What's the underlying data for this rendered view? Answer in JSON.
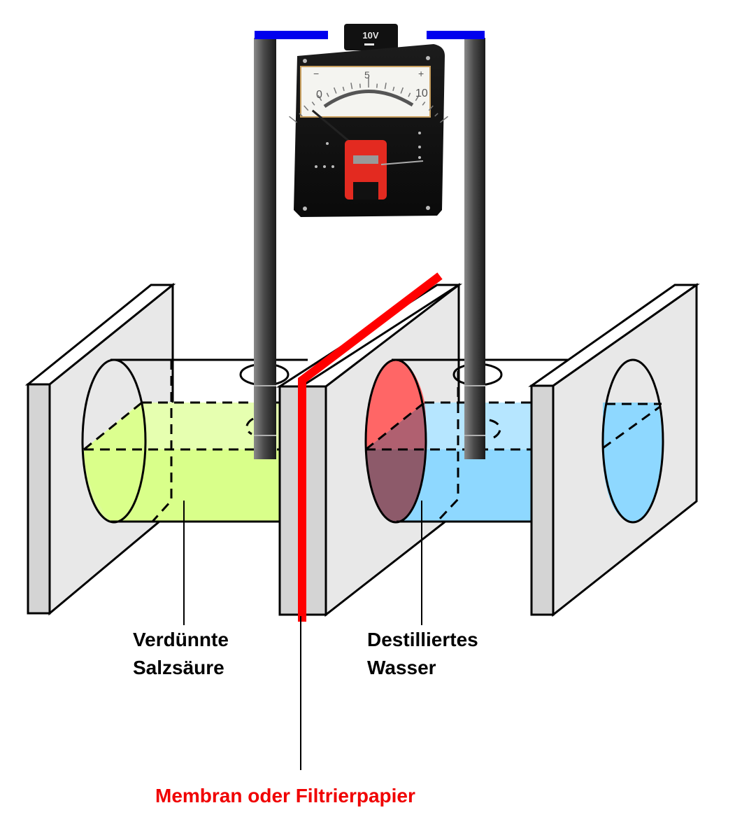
{
  "diagram": {
    "title": "Diffusionspotential zwischen verdünnter Salzsäure und destilliertem Wasser",
    "voltmeter": {
      "range_label": "10V",
      "range_polarity": "−",
      "scale_labels": [
        "0",
        "5",
        "10"
      ],
      "minus_sign": "−",
      "plus_sign": "+",
      "scale_min": 0,
      "scale_max": 10,
      "needle_reading": 1.2
    },
    "labels": {
      "left_chamber_line1": "Verdünnte",
      "left_chamber_line2": "Salzsäure",
      "right_chamber_line1": "Destilliertes",
      "right_chamber_line2": "Wasser",
      "membrane": "Membran oder Filtrierpapier"
    },
    "colors": {
      "acid_liquid": "#d9ff8a",
      "acid_liquid_top": "#e6ffb0",
      "water_liquid": "#8ed8ff",
      "water_liquid_top": "#b6e6ff",
      "membrane": "#ff0000",
      "membrane_window_top": "#ff6666",
      "membrane_window_bottom": "#8d5a6a",
      "panel_face": "#e8e8e8",
      "panel_edge": "#d4d4d4",
      "wire": "#0000ee",
      "electrode": "#4a4a4a",
      "label_text": "#000000",
      "membrane_label": "#f00000"
    }
  }
}
